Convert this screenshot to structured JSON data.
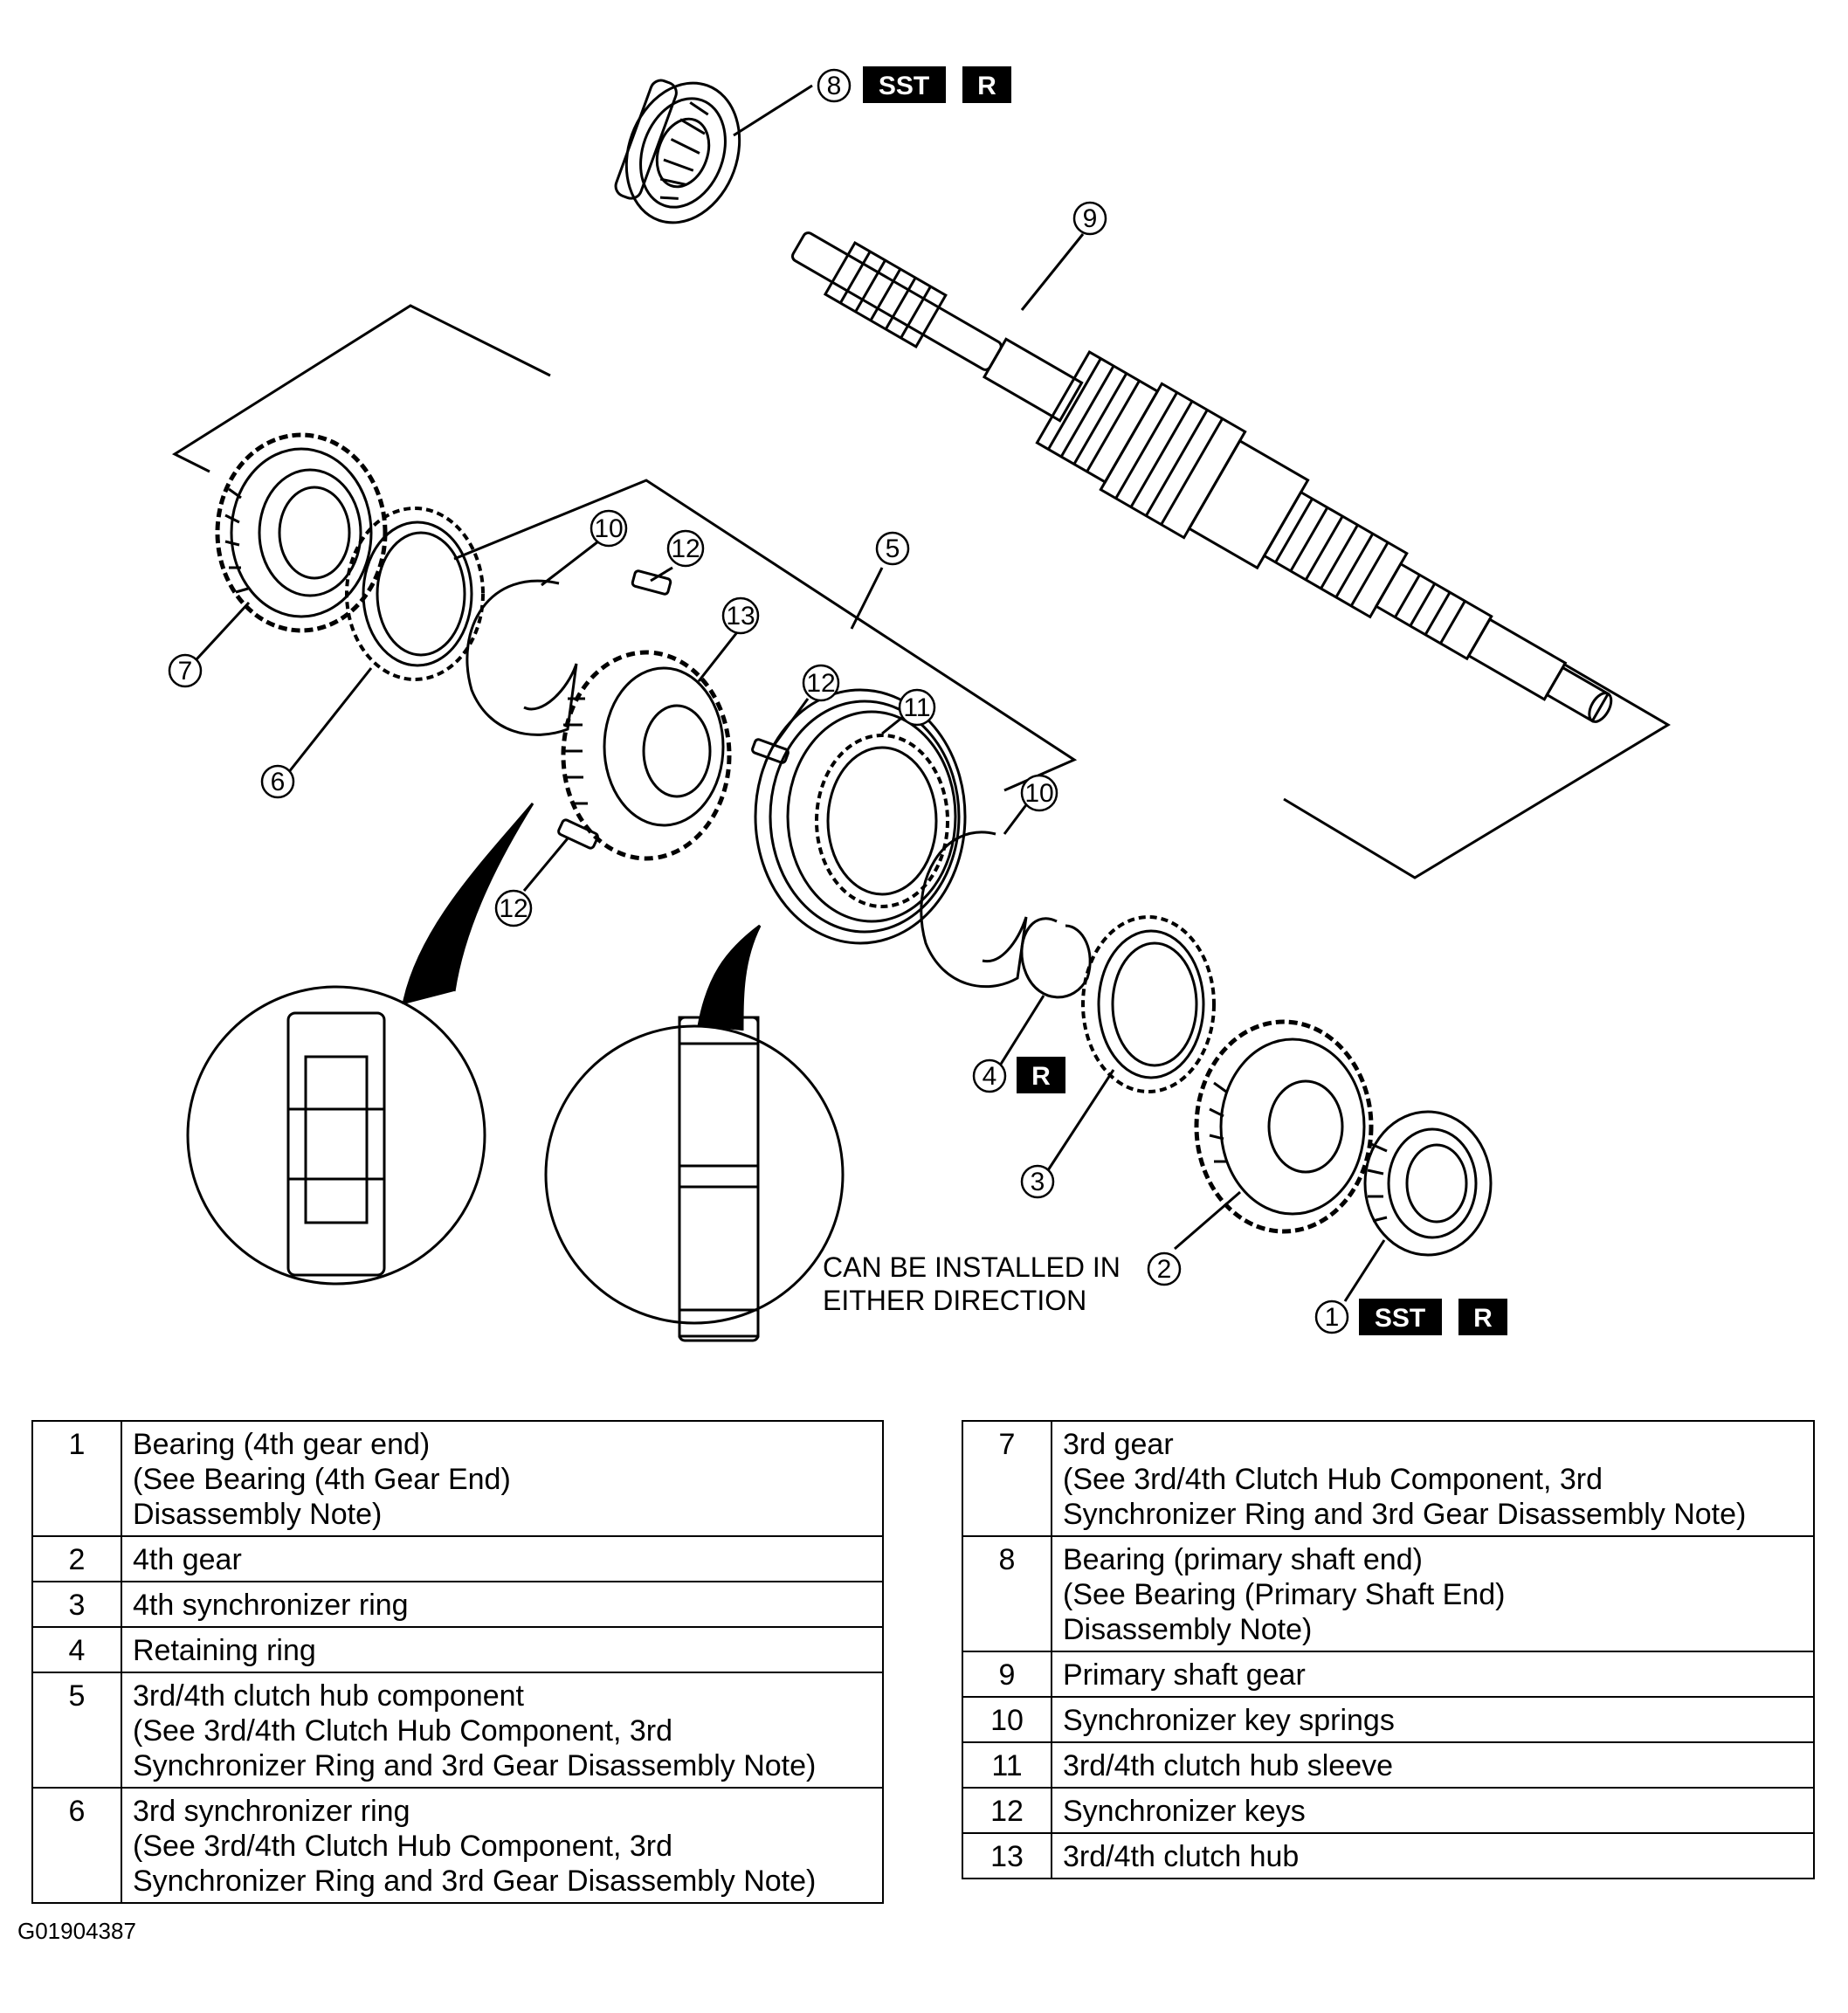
{
  "callouts": [
    {
      "number": "1",
      "badges": [
        "SST",
        "R"
      ]
    },
    {
      "number": "2",
      "badges": []
    },
    {
      "number": "3",
      "badges": []
    },
    {
      "number": "4",
      "badges": [
        "R"
      ]
    },
    {
      "number": "5",
      "badges": []
    },
    {
      "number": "6",
      "badges": []
    },
    {
      "number": "7",
      "badges": []
    },
    {
      "number": "8",
      "badges": [
        "SST",
        "R"
      ]
    },
    {
      "number": "9",
      "badges": []
    },
    {
      "number": "10",
      "badges": []
    },
    {
      "number": "11",
      "badges": []
    },
    {
      "number": "12",
      "badges": []
    },
    {
      "number": "13",
      "badges": []
    }
  ],
  "note": {
    "line1": "CAN BE INSTALLED IN",
    "line2": "EITHER DIRECTION"
  },
  "legend_left": [
    {
      "num": "1",
      "lines": [
        "Bearing (4th gear end)",
        "(See Bearing (4th Gear End)",
        "Disassembly Note)"
      ]
    },
    {
      "num": "2",
      "lines": [
        "4th gear"
      ]
    },
    {
      "num": "3",
      "lines": [
        "4th synchronizer ring"
      ]
    },
    {
      "num": "4",
      "lines": [
        "Retaining ring"
      ]
    },
    {
      "num": "5",
      "lines": [
        "3rd/4th clutch hub component",
        "(See 3rd/4th Clutch Hub Component, 3rd",
        "Synchronizer Ring and 3rd Gear Disassembly Note)"
      ]
    },
    {
      "num": "6",
      "lines": [
        "3rd synchronizer ring",
        "(See 3rd/4th Clutch Hub Component, 3rd",
        "Synchronizer Ring and 3rd Gear Disassembly Note)"
      ]
    }
  ],
  "legend_right": [
    {
      "num": "7",
      "lines": [
        "3rd gear",
        "(See 3rd/4th Clutch Hub Component, 3rd",
        "Synchronizer Ring and 3rd Gear Disassembly Note)"
      ]
    },
    {
      "num": "8",
      "lines": [
        "Bearing (primary shaft end)",
        "(See Bearing (Primary Shaft End)",
        "Disassembly Note)"
      ]
    },
    {
      "num": "9",
      "lines": [
        "Primary shaft gear"
      ]
    },
    {
      "num": "10",
      "lines": [
        "Synchronizer key springs"
      ]
    },
    {
      "num": "11",
      "lines": [
        "3rd/4th clutch hub sleeve"
      ]
    },
    {
      "num": "12",
      "lines": [
        "Synchronizer keys"
      ]
    },
    {
      "num": "13",
      "lines": [
        "3rd/4th clutch hub"
      ]
    }
  ],
  "figure_id": "G01904387"
}
